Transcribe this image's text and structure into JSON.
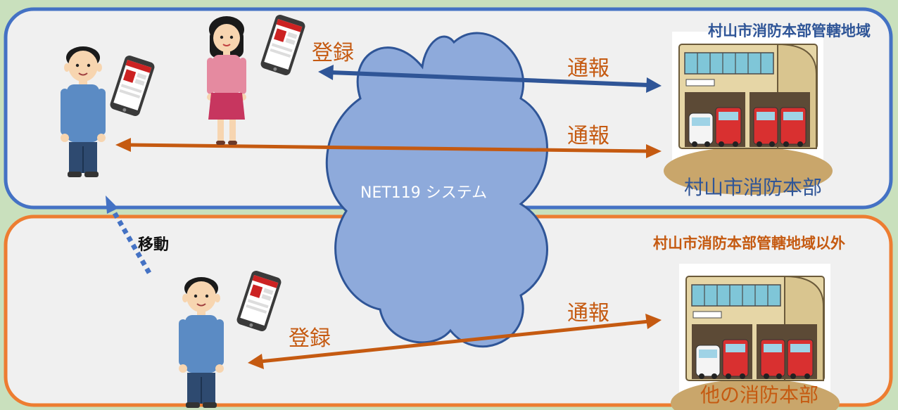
{
  "colors": {
    "background": "#c9e0bd",
    "zone_fill": "#f0f0f0",
    "blue_zone": "#4472c4",
    "orange_zone": "#ed7d31",
    "cloud_fill": "#8eaadb",
    "cloud_stroke": "#2f5597",
    "blue_arrow": "#2f5597",
    "orange_arrow": "#c55a11",
    "move_arrow": "#4472c4"
  },
  "zones": {
    "inside": {
      "title": "村山市消防本部管轄地域"
    },
    "outside": {
      "title": "村山市消防本部管轄地域以外"
    }
  },
  "cloud": {
    "label": "NET119 システム"
  },
  "labels": {
    "register_top": "登録",
    "report_top_blue": "通報",
    "report_top_orange": "通報",
    "move": "移動",
    "report_bottom": "通報",
    "register_bottom": "登録"
  },
  "stations": {
    "inside": {
      "label": "村山市消防本部",
      "icon": "fire-station-icon"
    },
    "outside": {
      "label": "他の消防本部",
      "icon": "fire-station-icon"
    }
  },
  "people": [
    {
      "icon": "man-icon"
    },
    {
      "icon": "woman-icon"
    },
    {
      "icon": "man-icon"
    }
  ],
  "phones": [
    {
      "icon": "smartphone-icon"
    },
    {
      "icon": "smartphone-icon"
    },
    {
      "icon": "smartphone-icon"
    }
  ]
}
